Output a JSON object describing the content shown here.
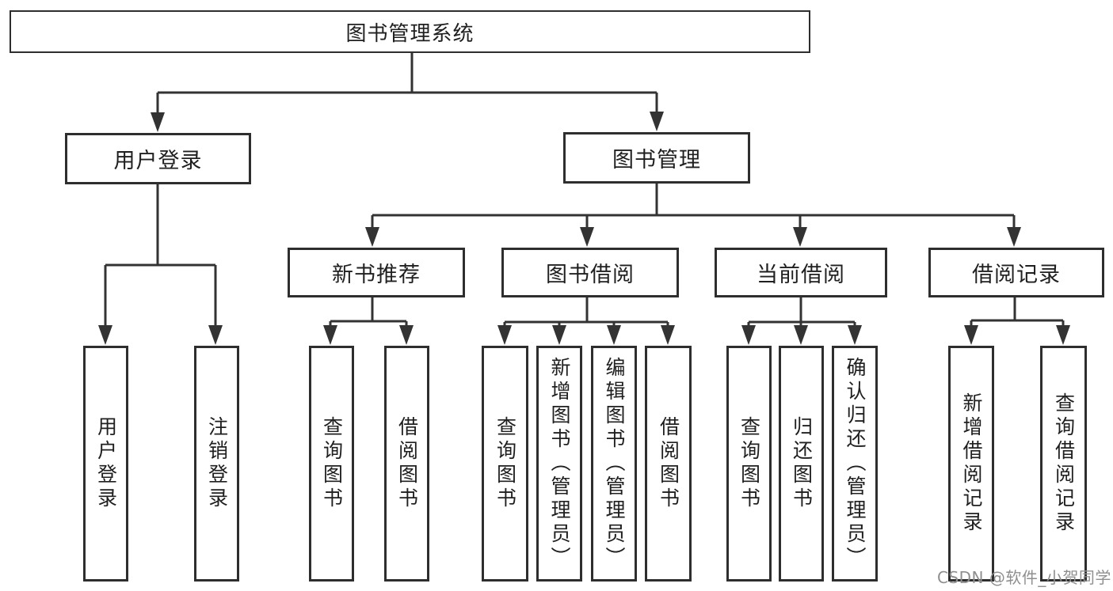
{
  "colors": {
    "background": "#ffffff",
    "line": "#333333",
    "box_border": "#2e2e2e",
    "text": "#1f1f1f",
    "watermark": "#8f8f8f"
  },
  "tree": {
    "root": {
      "label": "图书管理系统"
    },
    "branches": [
      {
        "label": "用户登录",
        "children": [
          {
            "label": "用户登录"
          },
          {
            "label": "注销登录"
          }
        ]
      },
      {
        "label": "图书管理",
        "children": [
          {
            "label": "新书推荐",
            "children": [
              {
                "label": "查询图书"
              },
              {
                "label": "借阅图书"
              }
            ]
          },
          {
            "label": "图书借阅",
            "children": [
              {
                "label": "查询图书"
              },
              {
                "label": "新增图书（管理员）"
              },
              {
                "label": "编辑图书（管理员）"
              },
              {
                "label": "借阅图书"
              }
            ]
          },
          {
            "label": "当前借阅",
            "children": [
              {
                "label": "查询图书"
              },
              {
                "label": "归还图书"
              },
              {
                "label": "确认归还（管理员）"
              }
            ]
          },
          {
            "label": "借阅记录",
            "children": [
              {
                "label": "新增借阅记录"
              },
              {
                "label": "查询借阅记录"
              }
            ]
          }
        ]
      }
    ]
  },
  "watermark": {
    "text": "CSDN @软件_小贺同学"
  }
}
